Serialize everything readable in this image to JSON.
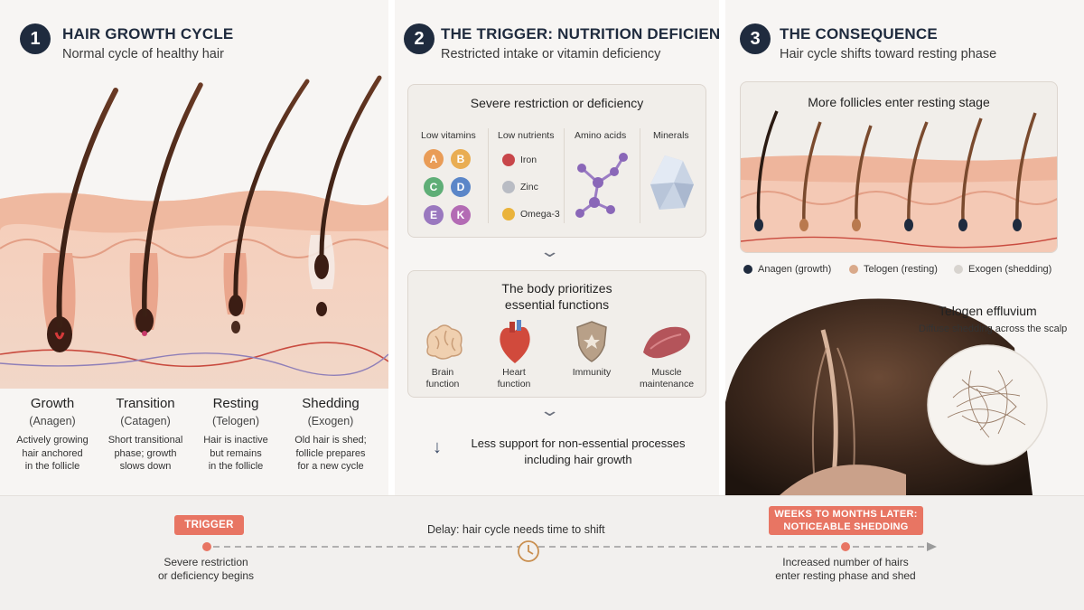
{
  "panel1": {
    "number": "1",
    "title": "HAIR GROWTH CYCLE",
    "subtitle": "Normal cycle of healthy hair",
    "stages": [
      {
        "name": "Growth",
        "latin": "(Anagen)",
        "desc": [
          "Actively growing",
          "hair anchored",
          "in the follicle"
        ]
      },
      {
        "name": "Transition",
        "latin": "(Catagen)",
        "desc": [
          "Short transitional",
          "phase; growth",
          "slows down"
        ]
      },
      {
        "name": "Resting",
        "latin": "(Telogen)",
        "desc": [
          "Hair is inactive",
          "but remains",
          "in the follicle"
        ]
      },
      {
        "name": "Shedding",
        "latin": "(Exogen)",
        "desc": [
          "Old hair is shed;",
          "follicle prepares",
          "for a new cycle"
        ]
      }
    ]
  },
  "panel2": {
    "number": "2",
    "title": "THE TRIGGER: NUTRITION DEFICIENCY",
    "subtitle": "Restricted intake or vitamin deficiency",
    "card1": {
      "title": "Severe restriction or deficiency",
      "col_vitamins": "Low vitamins",
      "col_nutrients": "Low nutrients",
      "col_amino": "Amino acids",
      "col_minerals": "Minerals",
      "vitamins": [
        "A",
        "B",
        "C",
        "D",
        "E",
        "K"
      ],
      "nutrients": [
        "Iron",
        "Zinc",
        "Omega-3"
      ]
    },
    "card2": {
      "title_line1": "The body prioritizes",
      "title_line2": "essential functions",
      "functions": [
        {
          "l1": "Brain",
          "l2": "function"
        },
        {
          "l1": "Heart",
          "l2": "function"
        },
        {
          "l1": "Immunity",
          "l2": ""
        },
        {
          "l1": "Muscle",
          "l2": "maintenance"
        }
      ]
    },
    "conclusion_line1": "Less support for non-essential processes",
    "conclusion_line2": "including hair growth"
  },
  "panel3": {
    "number": "3",
    "title": "THE CONSEQUENCE",
    "subtitle": "Hair cycle shifts toward resting phase",
    "card_title": "More follicles enter resting stage",
    "legend": [
      {
        "label": "Anagen (growth)",
        "color": "#1f2b3e"
      },
      {
        "label": "Telogen (resting)",
        "color": "#d9a98a"
      },
      {
        "label": "Exogen (shedding)",
        "color": "#d8d4cf"
      }
    ],
    "condition_title": "Telogen effluvium",
    "condition_desc": "Diffuse shedding across the scalp"
  },
  "timeline": {
    "start_tag": "TRIGGER",
    "start_desc_line1": "Severe restriction",
    "start_desc_line2": "or deficiency begins",
    "delay_label": "Delay: hair cycle needs time to shift",
    "end_tag_line1": "WEEKS TO MONTHS LATER:",
    "end_tag_line2": "NOTICEABLE SHEDDING",
    "end_desc_line1": "Increased number of hairs",
    "end_desc_line2": "enter resting phase and shed"
  },
  "colors": {
    "navy": "#1f2b3e",
    "accent": "#e87563",
    "skin": "#f3c7b3"
  }
}
